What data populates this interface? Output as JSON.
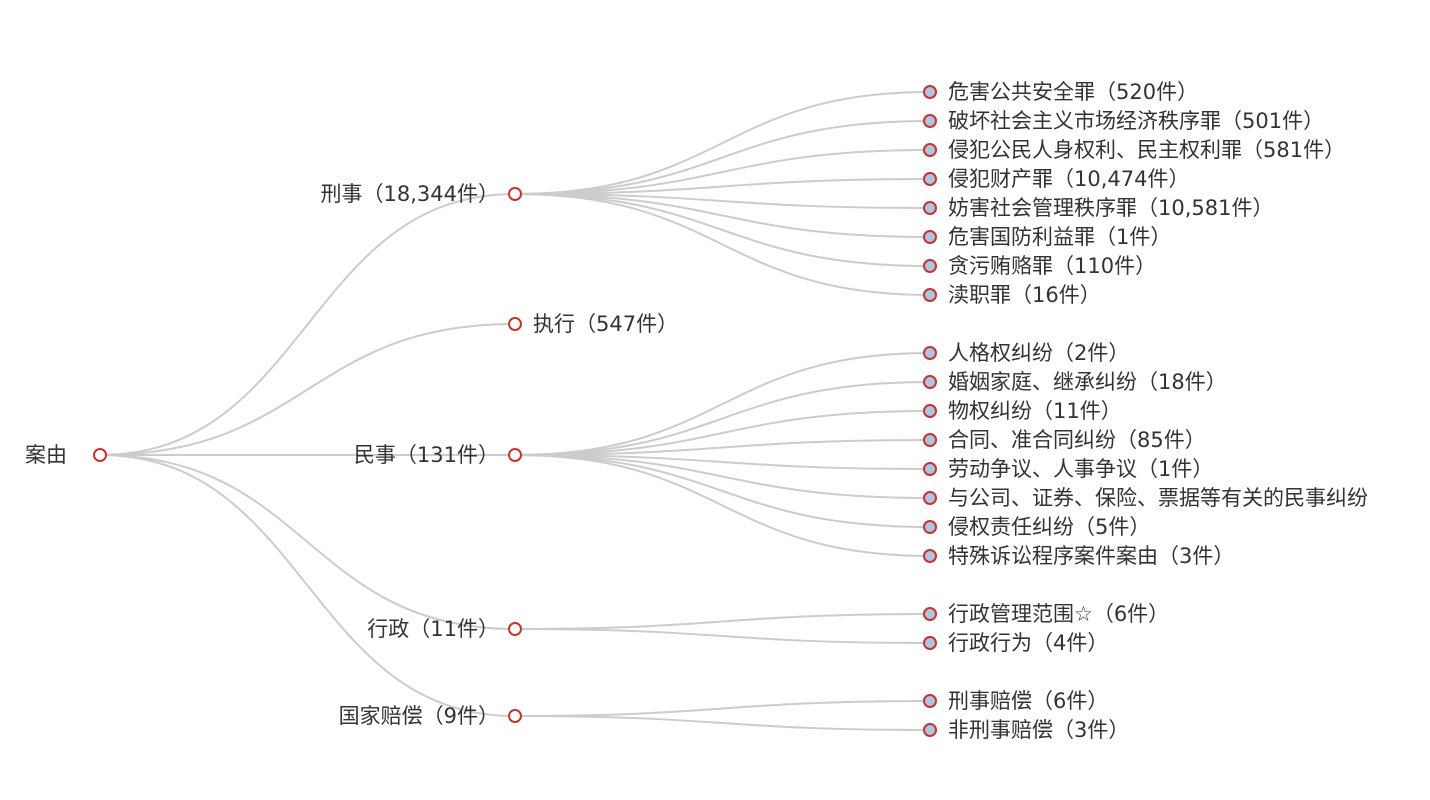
{
  "colors": {
    "edge": "#cccccc",
    "node_stroke": "#c23531",
    "collapsed_fill": "#ffffff",
    "leaf_fill": "#b0c4de",
    "label": "#333333"
  },
  "tree": {
    "label": "案由",
    "children": [
      {
        "label": "刑事（18,344件）",
        "children": [
          {
            "label": "危害公共安全罪（520件）"
          },
          {
            "label": "破坏社会主义市场经济秩序罪（501件）"
          },
          {
            "label": "侵犯公民人身权利、民主权利罪（581件）"
          },
          {
            "label": "侵犯财产罪（10,474件）"
          },
          {
            "label": "妨害社会管理秩序罪（10,581件）"
          },
          {
            "label": "危害国防利益罪（1件）"
          },
          {
            "label": "贪污贿赂罪（110件）"
          },
          {
            "label": "渎职罪（16件）"
          }
        ]
      },
      {
        "label": "执行（547件）",
        "children": []
      },
      {
        "label": "民事（131件）",
        "children": [
          {
            "label": "人格权纠纷（2件）"
          },
          {
            "label": "婚姻家庭、继承纠纷（18件）"
          },
          {
            "label": "物权纠纷（11件）"
          },
          {
            "label": "合同、准合同纠纷（85件）"
          },
          {
            "label": "劳动争议、人事争议（1件）"
          },
          {
            "label": "与公司、证券、保险、票据等有关的民事纠纷"
          },
          {
            "label": "侵权责任纠纷（5件）"
          },
          {
            "label": "特殊诉讼程序案件案由（3件）"
          }
        ]
      },
      {
        "label": "行政（11件）",
        "children": [
          {
            "label": "行政管理范围☆（6件）"
          },
          {
            "label": "行政行为（4件）"
          }
        ]
      },
      {
        "label": "国家赔偿（9件）",
        "children": [
          {
            "label": "刑事赔偿（6件）"
          },
          {
            "label": "非刑事赔偿（3件）"
          }
        ]
      }
    ]
  }
}
